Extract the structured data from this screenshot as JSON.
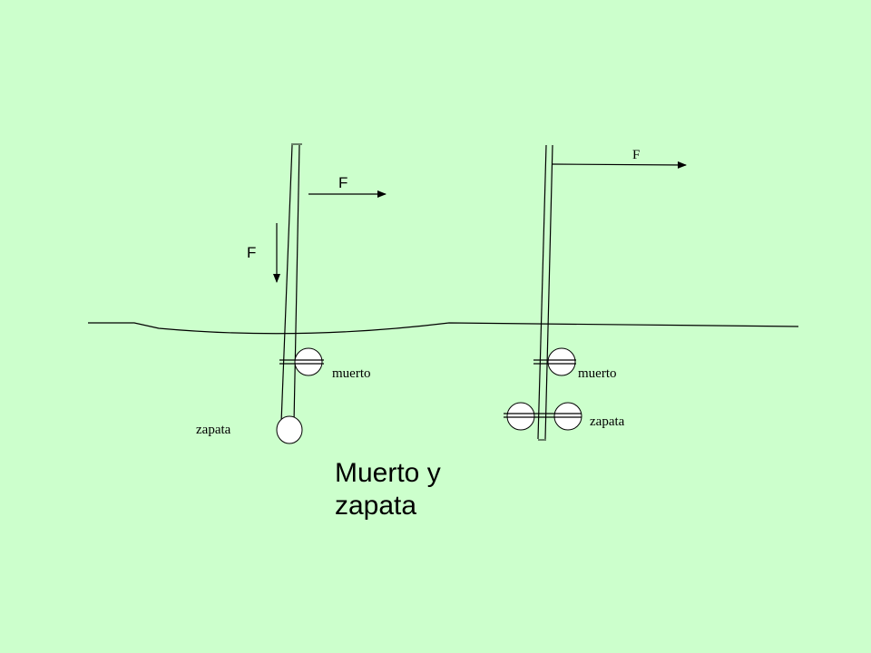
{
  "colors": {
    "background": "#ccffcc",
    "stroke": "#000000",
    "anchor_fill": "#ffffff"
  },
  "left_setup": {
    "force_horizontal_label": "F",
    "force_vertical_label": "F",
    "muerto_label": "muerto",
    "zapata_label": "zapata"
  },
  "right_setup": {
    "force_label": "F",
    "muerto_label": "muerto",
    "zapata_label": "zapata"
  },
  "title": {
    "line1": "Muerto y",
    "line2": "zapata"
  }
}
